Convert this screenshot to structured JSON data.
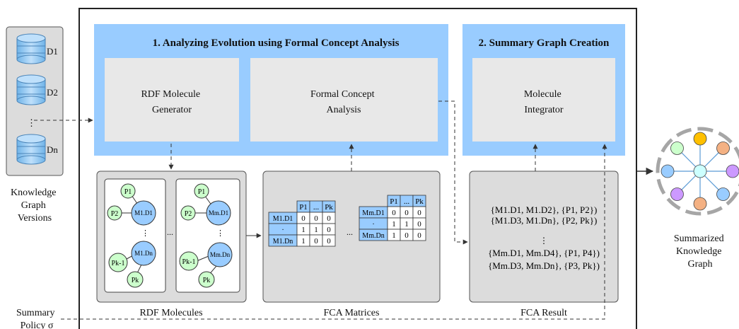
{
  "versions": {
    "items": [
      "D1",
      "D2",
      "Dn"
    ],
    "ellipsis": "⋮",
    "caption": [
      "Knowledge",
      "Graph",
      "Versions"
    ]
  },
  "policy": {
    "caption": [
      "Summary",
      "Policy σ"
    ]
  },
  "phase1": {
    "title": "1. Analyzing Evolution using Formal Concept Analysis",
    "generator": [
      "RDF Molecule",
      "Generator"
    ],
    "fca": [
      "Formal Concept",
      "Analysis"
    ]
  },
  "phase2": {
    "title": "2. Summary Graph Creation",
    "integrator": [
      "Molecule",
      "Integrator"
    ]
  },
  "molecules": {
    "caption": "RDF Molecules",
    "m1": {
      "p1": "P1",
      "p2": "P2",
      "top": "M1.D1",
      "bottom": "M1.Dn",
      "pk1": "Pk-1",
      "pk": "Pk"
    },
    "m2": {
      "p1": "P1",
      "p2": "P2",
      "top": "Mm.D1",
      "bottom": "Mm.Dn",
      "pk1": "Pk-1",
      "pk": "Pk"
    },
    "gap": "...",
    "vdots": "⋮"
  },
  "matrices": {
    "caption": "FCA Matrices",
    "gap": "...",
    "m1": {
      "cols": [
        "P1",
        "...",
        "Pk"
      ],
      "rows": [
        {
          "label": "M1.D1",
          "cells": [
            "0",
            "0",
            "0"
          ]
        },
        {
          "label": "·",
          "cells": [
            "1",
            "1",
            "0"
          ]
        },
        {
          "label": "M1.Dn",
          "cells": [
            "1",
            "0",
            "0"
          ]
        }
      ]
    },
    "m2": {
      "cols": [
        "P1",
        "...",
        "Pk"
      ],
      "rows": [
        {
          "label": "Mm.D1",
          "cells": [
            "0",
            "0",
            "0"
          ]
        },
        {
          "label": "·",
          "cells": [
            "1",
            "1",
            "0"
          ]
        },
        {
          "label": "Mm.Dn",
          "cells": [
            "1",
            "0",
            "0"
          ]
        }
      ]
    }
  },
  "result": {
    "caption": "FCA Result",
    "lines": [
      "{M1.D1, M1.D2}, {P1, P2})",
      "{M1.D3, M1.Dn}, {P2, Pk})",
      "⋮",
      "{Mm.D1, Mm.D4}, {P1, P4})",
      "{Mm.D3, Mm.Dn}, {P3, Pk})"
    ]
  },
  "output": {
    "caption": [
      "Summarized",
      "Knowledge",
      "Graph"
    ]
  },
  "colors": {
    "panel_blue": "#99ccff",
    "box_gray": "#e8e8e8",
    "node_blue": "#99ccff",
    "node_green": "#ccffcc",
    "node_orange": "#f4b183",
    "node_purple": "#cc99ff",
    "node_yellow": "#ffc000",
    "node_cyan": "#ccffff",
    "line_color": "#333333"
  }
}
